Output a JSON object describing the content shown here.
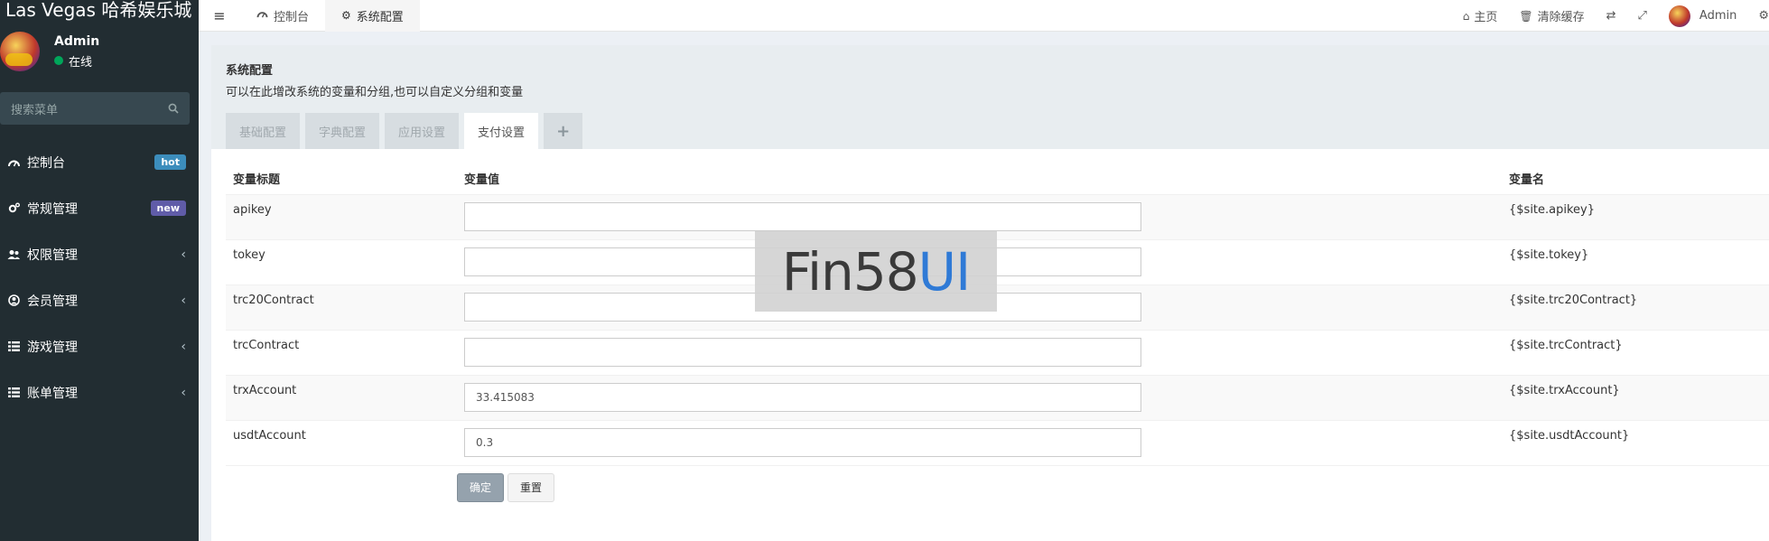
{
  "brand": "Las Vegas 哈希娱乐城",
  "user": {
    "name": "Admin",
    "status": "在线"
  },
  "search": {
    "placeholder": "搜索菜单"
  },
  "menu": [
    {
      "label": "控制台",
      "icon": "dashboard-icon",
      "badge": "hot"
    },
    {
      "label": "常规管理",
      "icon": "cogs-icon",
      "badge": "new"
    },
    {
      "label": "权限管理",
      "icon": "users-icon"
    },
    {
      "label": "会员管理",
      "icon": "user-circle-icon"
    },
    {
      "label": "游戏管理",
      "icon": "list-icon"
    },
    {
      "label": "账单管理",
      "icon": "list-icon"
    }
  ],
  "topbar": {
    "tabs": [
      {
        "label": "控制台",
        "icon": "dashboard-icon"
      },
      {
        "label": "系统配置",
        "icon": "gear-icon",
        "active": true
      }
    ],
    "home": "主页",
    "clear_cache": "清除缓存",
    "admin": "Admin"
  },
  "panel": {
    "title": "系统配置",
    "description": "可以在此增改系统的变量和分组,也可以自定义分组和变量",
    "tabs": [
      "基础配置",
      "字典配置",
      "应用设置",
      "支付设置"
    ],
    "active_tab": "支付设置",
    "add_tab": "+"
  },
  "table": {
    "headers": [
      "变量标题",
      "变量值",
      "变量名"
    ],
    "rows": [
      {
        "title": "apikey",
        "value": "",
        "name": "{$site.apikey}"
      },
      {
        "title": "tokey",
        "value": "",
        "name": "{$site.tokey}"
      },
      {
        "title": "trc20Contract",
        "value": "",
        "name": "{$site.trc20Contract}"
      },
      {
        "title": "trcContract",
        "value": "",
        "name": "{$site.trcContract}"
      },
      {
        "title": "trxAccount",
        "value": "33.415083",
        "name": "{$site.trxAccount}"
      },
      {
        "title": "usdtAccount",
        "value": "0.3",
        "name": "{$site.usdtAccount}"
      }
    ]
  },
  "buttons": {
    "ok": "确定",
    "reset": "重置"
  },
  "watermark": {
    "text": "Fin58",
    "accent": "UI"
  },
  "colors": {
    "sidebar": "#222d32",
    "accent": "#3c8dbc",
    "online": "#00a65a",
    "new_badge": "#605ca8"
  }
}
